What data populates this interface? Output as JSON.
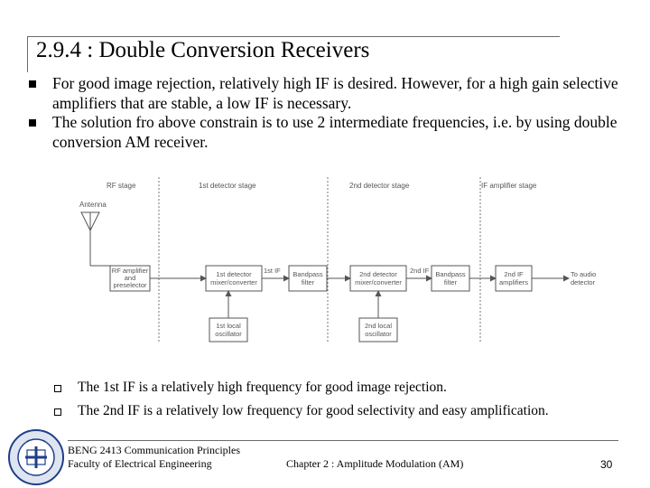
{
  "slide": {
    "title": "2.9.4 : Double Conversion Receivers",
    "bullets": [
      "For good image rejection, relatively high IF is desired. However, for a high gain selective amplifiers that are stable, a low IF is necessary.",
      "The solution fro above constrain is to use 2 intermediate frequencies, i.e. by using double conversion AM receiver."
    ],
    "sub_bullets": [
      "The 1st IF is a relatively high frequency for good image rejection.",
      "The 2nd IF is a relatively low frequency for good selectivity and easy amplification."
    ]
  },
  "diagram": {
    "stage_labels": [
      "RF stage",
      "1st detector stage",
      "2nd detector stage",
      "IF amplifier stage"
    ],
    "antenna_label": "Antenna",
    "blocks": {
      "rf_amplifier": [
        "RF amplifier",
        "and",
        "preselector"
      ],
      "first_detector": [
        "1st detector",
        "mixer/converter"
      ],
      "bandpass_filter_1": [
        "Bandpass",
        "filter"
      ],
      "second_detector": [
        "2nd detector",
        "mixer/converter"
      ],
      "bandpass_filter_2": [
        "Bandpass",
        "filter"
      ],
      "second_if_amplifiers": [
        "2nd IF",
        "amplifiers"
      ],
      "first_local_oscillator": [
        "1st local",
        "oscillator"
      ],
      "second_local_oscillator": [
        "2nd local",
        "oscillator"
      ]
    },
    "signal_labels": {
      "first_if": "1st IF",
      "second_if": "2nd IF",
      "output": [
        "To audio",
        "detector"
      ]
    }
  },
  "footer": {
    "course": "BENG 2413 Communication Principles",
    "faculty": "Faculty of Electrical Engineering",
    "chapter": "Chapter 2 : Amplitude Modulation (AM)",
    "page": "30"
  },
  "colors": {
    "text": "#000000",
    "rule": "#6b6b6b",
    "logo_blue": "#1f3f8a"
  }
}
